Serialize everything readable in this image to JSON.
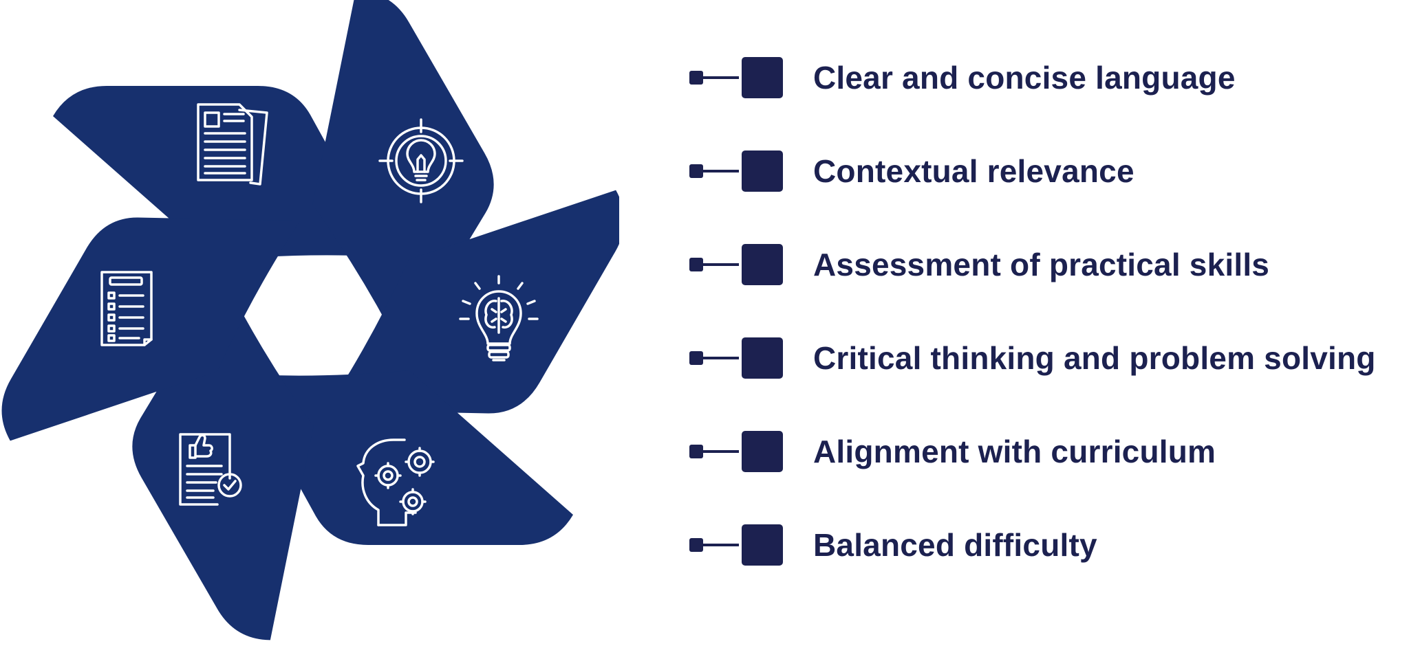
{
  "colors": {
    "segment_fill": "#17306e",
    "icon_stroke": "#ffffff",
    "text": "#1c2150",
    "connector": "#1c2150"
  },
  "diagram": {
    "segments": [
      {
        "icon": "documents-icon"
      },
      {
        "icon": "target-lightbulb-icon"
      },
      {
        "icon": "brain-lightbulb-icon"
      },
      {
        "icon": "head-gears-icon"
      },
      {
        "icon": "approved-document-icon"
      },
      {
        "icon": "checklist-icon"
      }
    ]
  },
  "criteria": [
    {
      "label": "Clear and concise language"
    },
    {
      "label": "Contextual relevance"
    },
    {
      "label": "Assessment of practical skills"
    },
    {
      "label": "Critical thinking and problem solving"
    },
    {
      "label": "Alignment with curriculum"
    },
    {
      "label": "Balanced difficulty"
    }
  ]
}
